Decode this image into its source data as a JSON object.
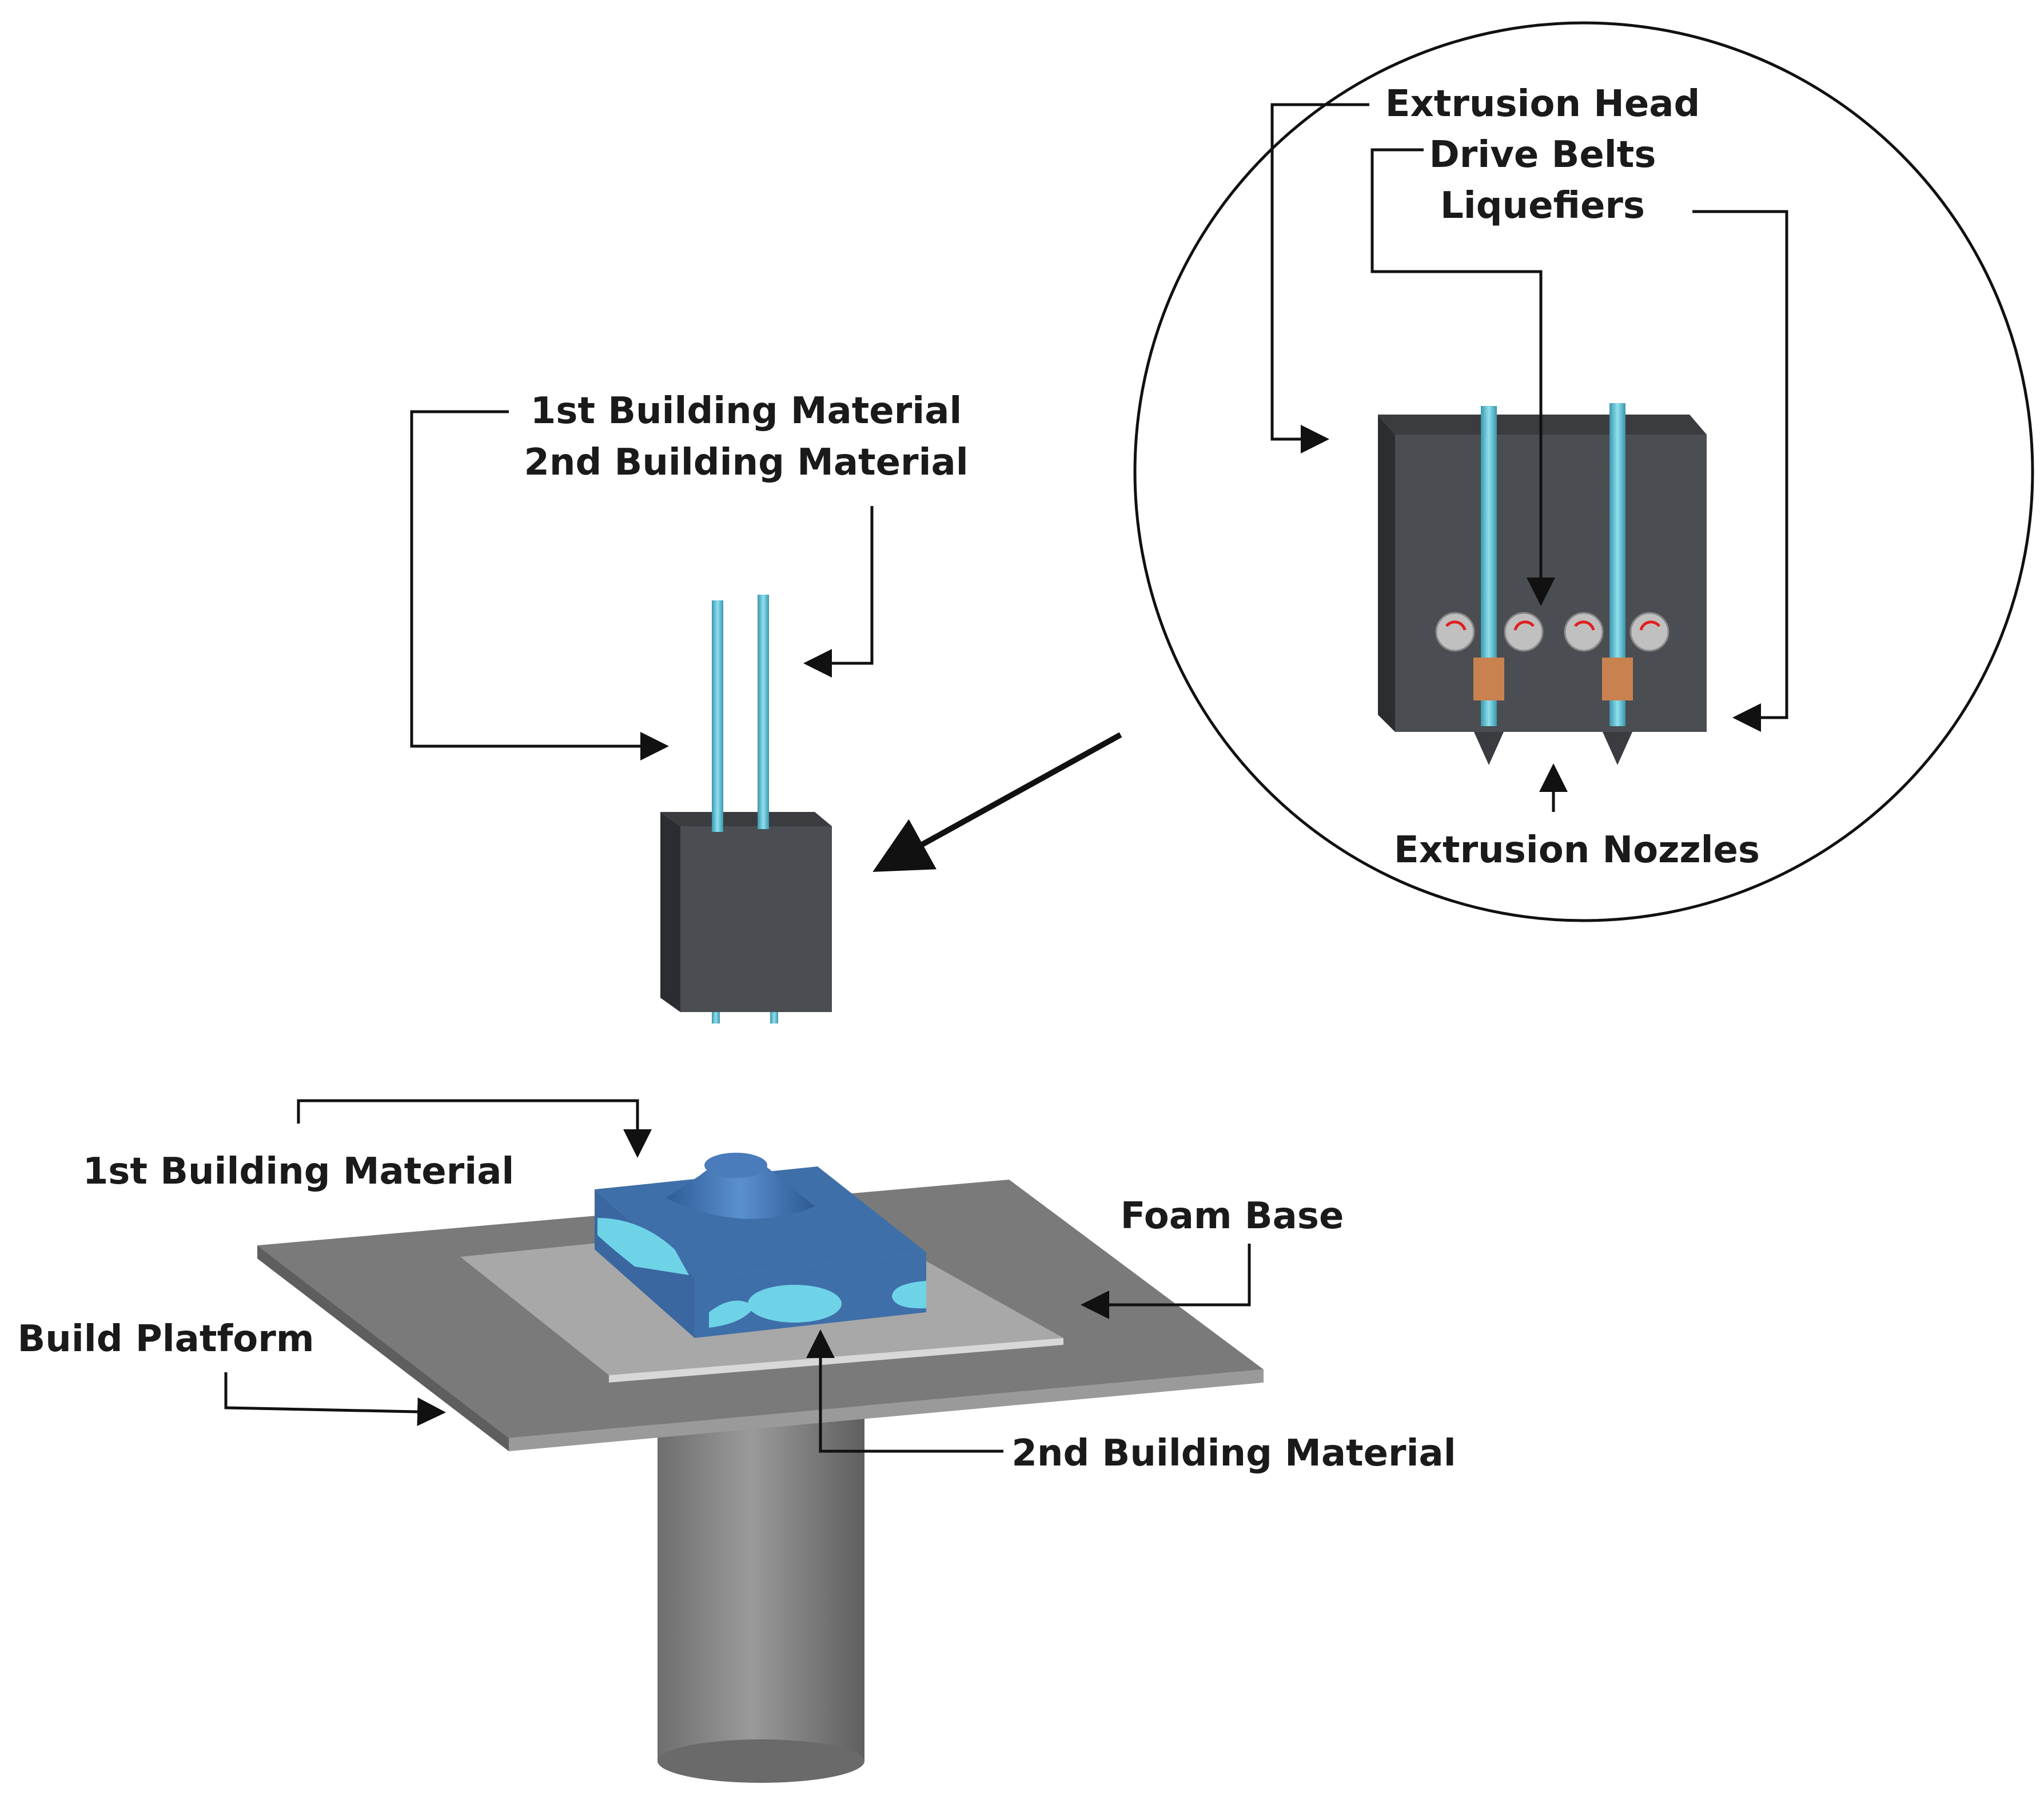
{
  "labels": {
    "extrusion_head": "Extrusion Head",
    "drive_belts": "Drive Belts",
    "liquefiers": "Liquefiers",
    "extrusion_nozzles": "Extrusion Nozzles",
    "first_material_top": "1st Building Material",
    "second_material_top": "2nd Building Material",
    "first_material_bottom": "1st Building Material",
    "foam_base": "Foam Base",
    "build_platform": "Build Platform",
    "second_material_bottom": "2nd Building Material"
  },
  "colors": {
    "head_dark": "#4a4d52",
    "head_side": "#2f3134",
    "filament": "#4fb3c9",
    "liquefier": "#c9824f",
    "part_blue": "#3f6fa8",
    "part_light": "#6fd3e8",
    "platform": "#7a7a7a",
    "foam": "#a8a8a8",
    "column": "#808080",
    "belt_roller": "#c0c0c0",
    "rotation_arrow": "#e02020"
  }
}
